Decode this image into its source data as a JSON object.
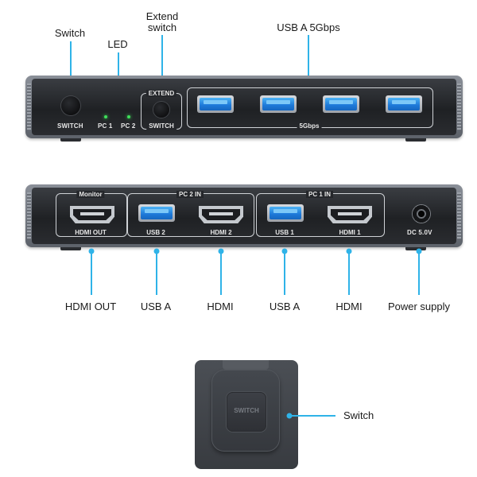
{
  "callouts": {
    "switch": "Switch",
    "led": "LED",
    "extend_switch_line1": "Extend",
    "extend_switch_line2": "switch",
    "usb_a_5gbps": "USB A 5Gbps",
    "hdmi_out": "HDMI OUT",
    "usb_a_1": "USB A",
    "hdmi_1": "HDMI",
    "usb_a_2": "USB A",
    "hdmi_2": "HDMI",
    "power_supply": "Power supply",
    "cable_switch": "Switch"
  },
  "front_panel": {
    "switch_label": "SWITCH",
    "led_pc1": "PC 1",
    "led_pc2": "PC 2",
    "extend_top": "EXTEND",
    "extend_bottom": "SWITCH",
    "usb_group_label": "5Gbps",
    "led_color": "#3ee05a"
  },
  "rear_panel": {
    "monitor_group": "Monitor",
    "hdmi_out_label": "HDMI OUT",
    "pc2_group": "PC 2 IN",
    "pc2_usb": "USB 2",
    "pc2_hdmi": "HDMI 2",
    "pc1_group": "PC 1 IN",
    "pc1_usb": "USB 1",
    "pc1_hdmi": "HDMI 1",
    "dc_label": "DC 5.0V"
  },
  "remote_switch": {
    "button_label": "SWITCH"
  },
  "colors": {
    "callout_line": "#2fb3e8",
    "usb_blue": "#1d78d8",
    "device_body": "#1f2124"
  }
}
